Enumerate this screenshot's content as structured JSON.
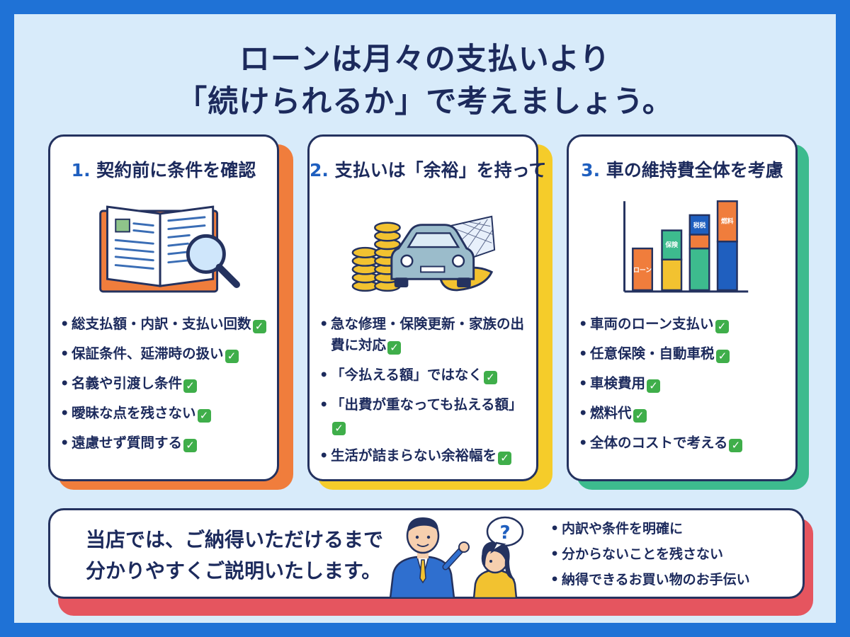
{
  "title": {
    "line1": "ローンは月々の支払いより",
    "line2": "「続けられるか」で考えましょう。"
  },
  "cards": [
    {
      "number": "1.",
      "heading": "契約前に条件を確認",
      "accent": "#f07d3c",
      "items": [
        "総支払額・内訳・支払い回数",
        "保証条件、延滞時の扱い",
        "名義や引渡し条件",
        "曖昧な点を残さない",
        "遠慮せず質問する"
      ]
    },
    {
      "number": "2.",
      "heading": "支払いは「余裕」を持って",
      "accent": "#f5cc2a",
      "items": [
        "急な修理・保険更新・家族の出費に対応",
        "「今払える額」ではなく",
        "「出費が重なっても払える額」",
        "生活が詰まらない余裕幅を"
      ]
    },
    {
      "number": "3.",
      "heading": "車の維持費全体を考慮",
      "accent": "#3dbb8e",
      "items": [
        "車両のローン支払い",
        "任意保険・自動車税",
        "車検費用",
        "燃料代",
        "全体のコストで考える"
      ],
      "chart_labels": [
        "ローン",
        "保険",
        "税税",
        "燃料"
      ]
    }
  ],
  "bottom": {
    "message_line1": "当店では、ご納得いただけるまで",
    "message_line2": "分かりやすくご説明いたします。",
    "question_mark": "?",
    "items": [
      "内訳や条件を明確に",
      "分からないことを残さない",
      "納得できるお買い物のお手伝い"
    ]
  },
  "check_mark": "✓",
  "colors": {
    "frame": "#1f72d6",
    "background": "#d8ebfa",
    "text": "#1c2a5c",
    "check": "#3fae4a",
    "bottom_accent": "#e5555f"
  }
}
